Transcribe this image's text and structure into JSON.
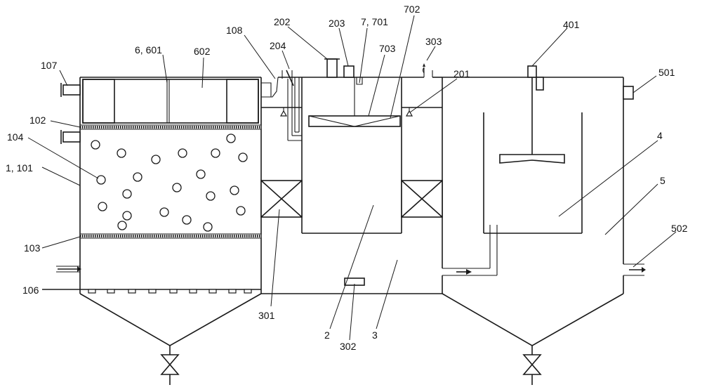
{
  "labels": {
    "l107": "107",
    "l6601": "6, 601",
    "l602": "602",
    "l108": "108",
    "l202": "202",
    "l203": "203",
    "l7701": "7, 701",
    "l702": "702",
    "l204": "204",
    "l703": "703",
    "l303": "303",
    "l201": "201",
    "l401": "401",
    "l501": "501",
    "l102": "102",
    "l104": "104",
    "l1101": "1, 101",
    "l4": "4",
    "l5": "5",
    "l103": "103",
    "l502": "502",
    "l106": "106",
    "l301": "301",
    "l2": "2",
    "l3": "3",
    "l302": "302"
  }
}
